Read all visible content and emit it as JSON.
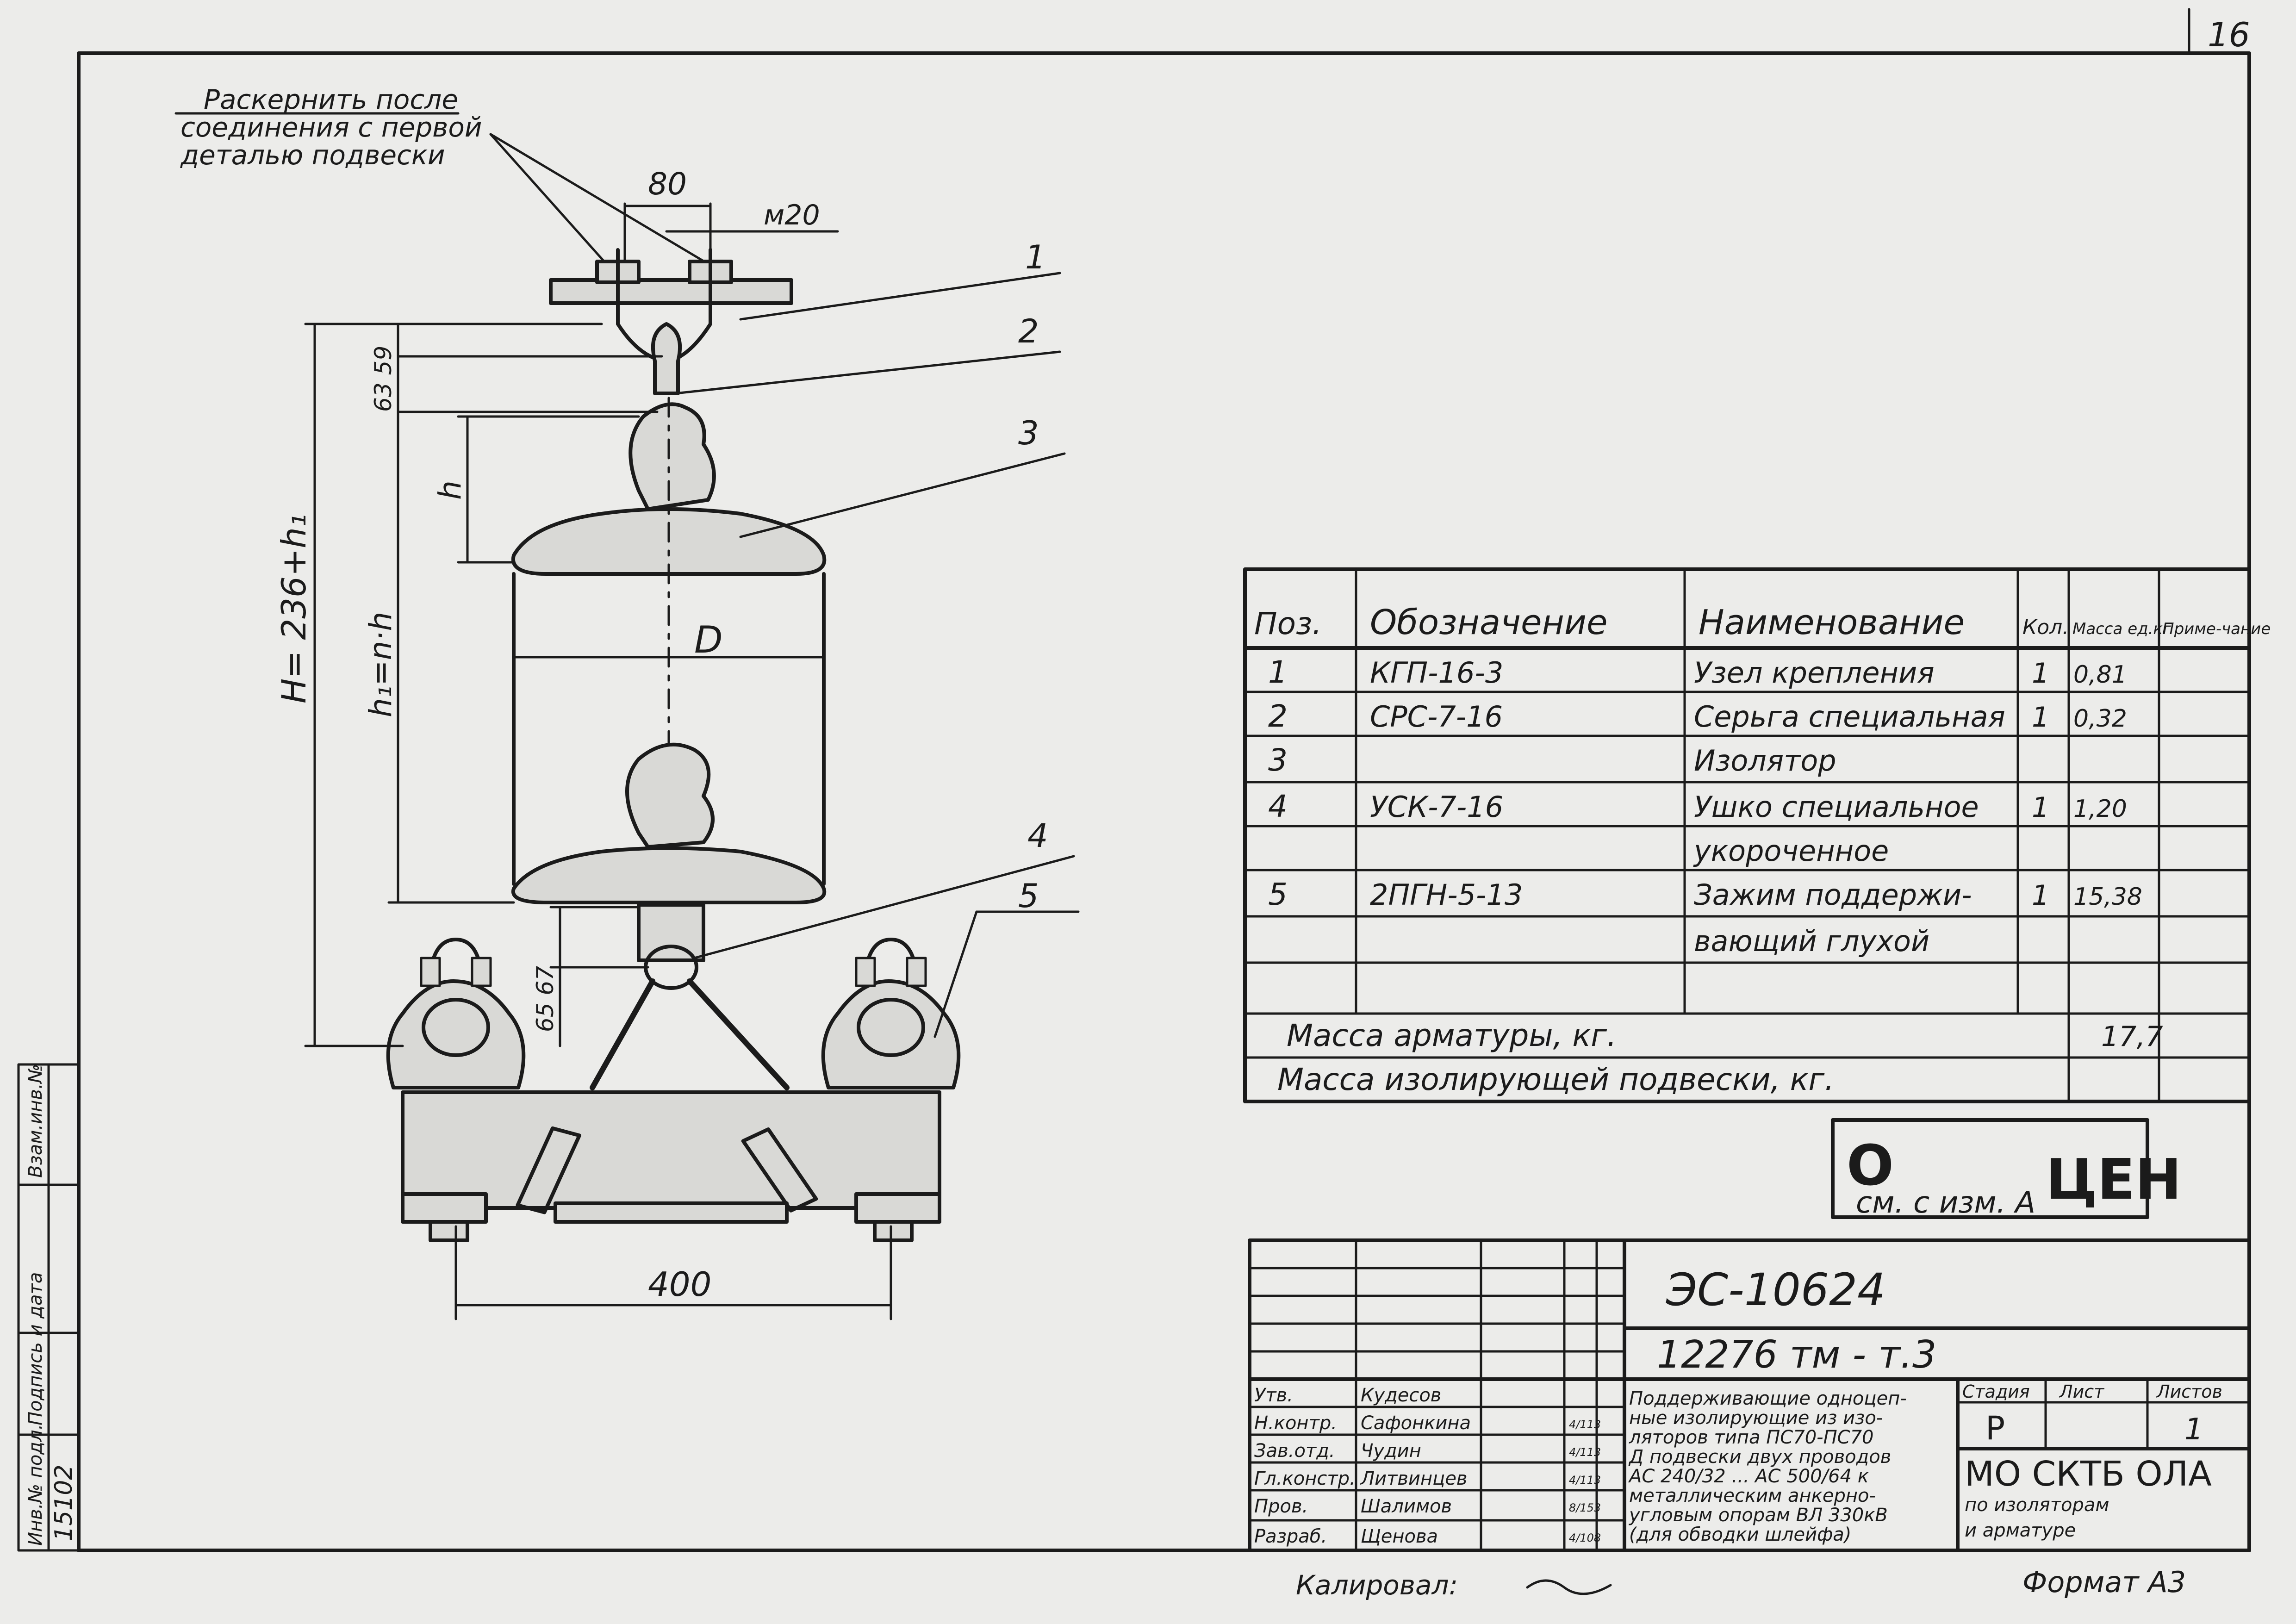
{
  "sheet": {
    "page_number": "16",
    "format": "Формат А3",
    "calibrated": "Калировал:"
  },
  "drawing": {
    "note_lines": [
      "Раскернить после",
      "соединения с первой",
      "деталью подвески"
    ],
    "dim_80": "80",
    "dim_m20": "м20",
    "dim_63_59": "63 59",
    "dim_h": "h",
    "dim_H": "Н= 236+h₁",
    "dim_h1": "h₁=n·h",
    "dim_D": "D",
    "dim_65_67": "65 67",
    "dim_400": "400",
    "callouts": [
      "1",
      "2",
      "3",
      "4",
      "5"
    ]
  },
  "spec_table": {
    "headers": [
      "Поз.",
      "Обозначение",
      "Наименование",
      "Кол.",
      "Масса ед.кг",
      "Приме-чание"
    ],
    "rows": [
      [
        "1",
        "КГП-16-3",
        "Узел крепления",
        "1",
        "0,81",
        ""
      ],
      [
        "2",
        "СРС-7-16",
        "Серьга специальная",
        "1",
        "0,32",
        ""
      ],
      [
        "3",
        "",
        "Изолятор",
        "",
        "",
        ""
      ],
      [
        "4",
        "УСК-7-16",
        "Ушко специальное",
        "1",
        "1,20",
        ""
      ],
      [
        "",
        "",
        "укороченное",
        "",
        "",
        ""
      ],
      [
        "5",
        "2ПГН-5-13",
        "Зажим поддержи-",
        "1",
        "15,38",
        ""
      ],
      [
        "",
        "",
        "вающий глухой",
        "",
        "",
        ""
      ],
      [
        "",
        "",
        "",
        "",
        "",
        ""
      ]
    ],
    "mass_fittings_label": "Масса арматуры, кг.",
    "mass_fittings_value": "17,7",
    "mass_suspension_label": "Масса изолирующей подвески, кг."
  },
  "stamp": {
    "letter": "О",
    "text": "ЦЕН",
    "change_note": "см. с изм. А"
  },
  "title_block": {
    "code": "ЭС-10624",
    "doc": "12276 тм - т.3",
    "description": [
      "Поддерживающие одноцеп-",
      "ные изолирующие из изо-",
      "ляторов типа ПС70-ПС70",
      "Д подвески двух проводов",
      "АС 240/32 ... АС 500/64 к",
      "металлическим анкерно-",
      "угловым опорам ВЛ 330кВ",
      "(для обводки шлейфа)"
    ],
    "roles": [
      {
        "role": "Утв.",
        "name": "Кудесов",
        "date": ""
      },
      {
        "role": "Н.контр.",
        "name": "Сафонкина",
        "date": "4/113"
      },
      {
        "role": "Зав.отд.",
        "name": "Чудин",
        "date": "4/113"
      },
      {
        "role": "Гл.констр.",
        "name": "Литвинцев",
        "date": "4/113"
      },
      {
        "role": "Пров.",
        "name": "Шалимов",
        "date": "8/153"
      },
      {
        "role": "Разраб.",
        "name": "Щенова",
        "date": "4/108"
      }
    ],
    "stage_label": "Стадия",
    "sheet_label": "Лист",
    "sheets_label": "Листов",
    "stage": "Р",
    "sheets": "1",
    "org": "МО СКТБ ОЛА",
    "org_sub": [
      "по изоляторам",
      "и арматуре"
    ]
  },
  "side_strip": {
    "labels": [
      "Инв.№ подл.",
      "Подпись и дата",
      "Взам.инв.№"
    ],
    "inv": "15102"
  }
}
